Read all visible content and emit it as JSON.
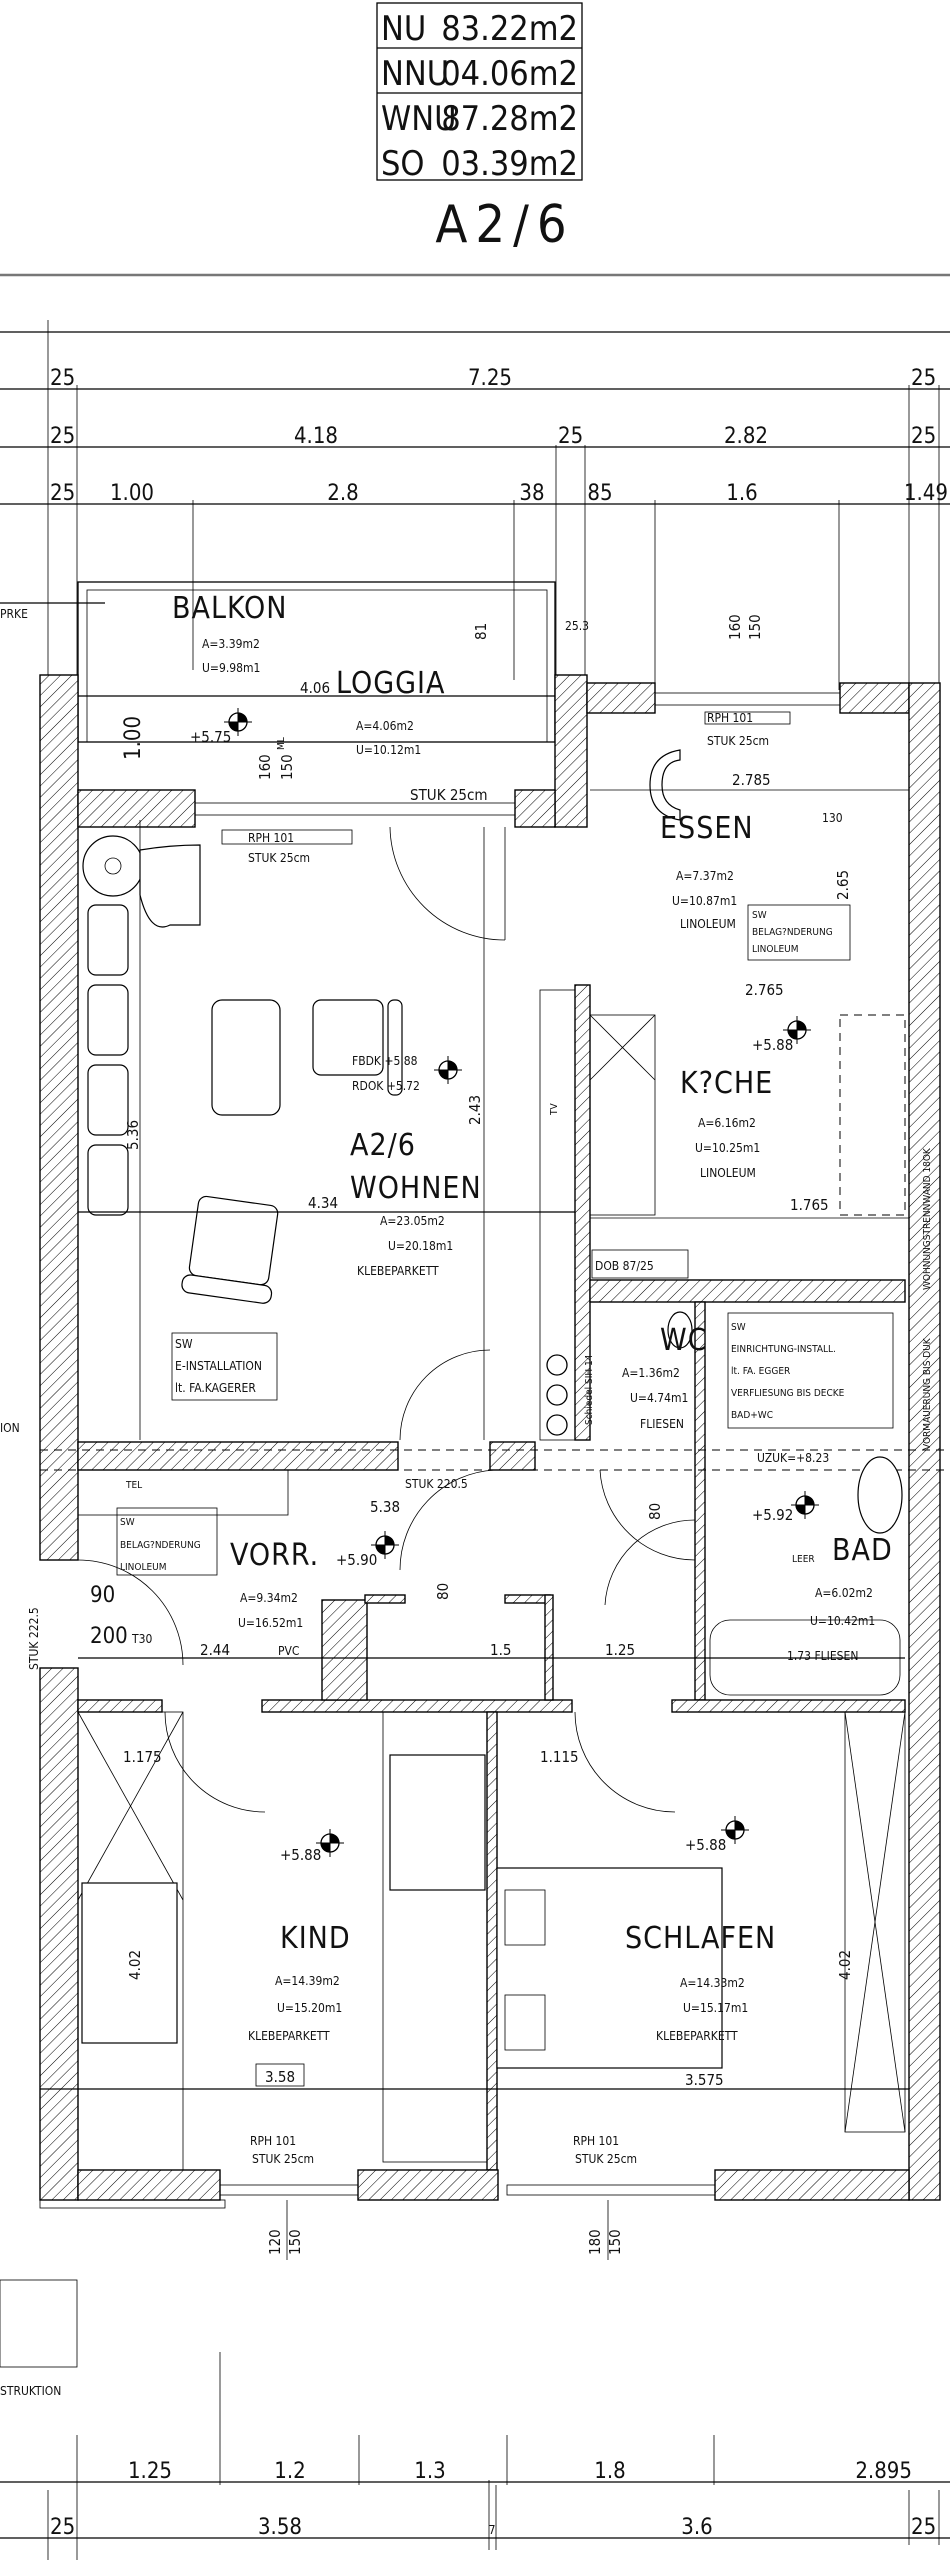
{
  "summary_table": {
    "rows": [
      {
        "code": "NU",
        "value": "83.22m2"
      },
      {
        "code": "NNU",
        "value": "04.06m2"
      },
      {
        "code": "WNU",
        "value": "87.28m2"
      },
      {
        "code": "SO",
        "value": "03.39m2"
      }
    ]
  },
  "unit_title": "A2/6",
  "dimensions": {
    "top_row1": [
      "25",
      "7.25",
      "25"
    ],
    "top_row2": [
      "25",
      "4.18",
      "25",
      "2.82",
      "25"
    ],
    "top_row3": [
      "25",
      "1.00",
      "2.8",
      "38",
      "85",
      "1.6",
      "1.49"
    ],
    "bottom_row1": [
      "1.25",
      "1.2",
      "1.3",
      "1.8",
      "2.895"
    ],
    "bottom_row2": [
      "25",
      "3.58",
      "7",
      "3.6",
      "25"
    ]
  },
  "rooms": {
    "balkon": {
      "name": "BALKON",
      "area": "A=3.39m2",
      "perimeter": "U=9.98m1"
    },
    "loggia": {
      "name": "LOGGIA",
      "width": "4.06",
      "area": "A=4.06m2",
      "perimeter": "U=10.12m1",
      "level": "+5.75"
    },
    "essen": {
      "name": "ESSEN",
      "area": "A=7.37m2",
      "perimeter": "U=10.87m1",
      "floor": "LINOLEUM"
    },
    "wohnen": {
      "unit": "A2/6",
      "name": "WOHNEN",
      "area": "A=23.05m2",
      "perimeter": "U=20.18m1",
      "floor": "KLEBEPARKETT",
      "width": "4.34",
      "fbdk": "FBDK +5.88",
      "rdok": "RDOK +5.72"
    },
    "kueche": {
      "name": "K?CHE",
      "area": "A=6.16m2",
      "perimeter": "U=10.25m1",
      "floor": "LINOLEUM",
      "level": "+5.88",
      "dim_top": "2.765",
      "dim_bottom": "1.765"
    },
    "wc": {
      "name": "WC",
      "area": "A=1.36m2",
      "perimeter": "U=4.74m1",
      "floor": "FLIESEN"
    },
    "bad": {
      "name": "BAD",
      "area": "A=6.02m2",
      "perimeter": "U=10.42m1",
      "floor": "1.73 FLIESEN",
      "level": "+5.92",
      "uzuk": "UZUK=+8.23",
      "leer": "LEER"
    },
    "vorr": {
      "name": "VORR.",
      "area": "A=9.34m2",
      "perimeter": "U=16.52m1",
      "floor": "PVC",
      "width": "2.44",
      "level": "+5.90"
    },
    "kind": {
      "name": "KIND",
      "area": "A=14.39m2",
      "perimeter": "U=15.20m1",
      "floor": "KLEBEPARKETT",
      "level": "+5.88",
      "width": "3.58",
      "depth": "4.02"
    },
    "schlafen": {
      "name": "SCHLAFEN",
      "area": "A=14.33m2",
      "perimeter": "U=15.17m1",
      "floor": "KLEBEPARKETT",
      "level": "+5.88",
      "width": "3.575",
      "depth": "4.02"
    }
  },
  "notes": {
    "essen_sw": [
      "SW",
      "BELAG?NDERUNG",
      "LINOLEUM"
    ],
    "vorr_sw": [
      "SW",
      "BELAG?NDERUNG",
      "LINOLEUM"
    ],
    "e_install": [
      "SW",
      "E-INSTALLATION",
      "lt. FA.KAGERER"
    ],
    "bad_sw": [
      "SW",
      "EINRICHTUNG-INSTALL.",
      "lt. FA. EGGER",
      "VERFLIESUNG BIS DECKE",
      "BAD+WC"
    ],
    "dob": "DOB 87/25",
    "rph": "RPH 101",
    "stuk": "STUK 25cm",
    "stuk_2205": "STUK 220.5",
    "stuk_2225": "STUK 222.5",
    "door_90": "90",
    "door_200": "200",
    "door_t30": "T30",
    "h_538": "5.38",
    "dim_2785": "2.785",
    "dim_130": "130",
    "dim_265": "2.65",
    "dim_536": "5.36",
    "dim_243": "2.43",
    "dim_100": "1.00",
    "dim_81": "81",
    "dim_253": "25.3",
    "dim_1175": "1.175",
    "dim_1115": "1.115",
    "dim_125": "1.25",
    "dim_15": "1.5",
    "dim_80": "80",
    "sill_160": "160",
    "sill_150": "150",
    "sill_120": "120",
    "sill_180": "180",
    "ml": "ML",
    "schiedel": "Schiedel SIH 14",
    "wall_right": "WOHNUNGSTRENNWAND 18OK",
    "wall_right2": "VORMAUERUNG BIS DUK",
    "left_prke": "PRKE",
    "left_ion": "ION",
    "left_struktion": "STRUKTION",
    "tv": "TV",
    "tel": "TEL"
  }
}
